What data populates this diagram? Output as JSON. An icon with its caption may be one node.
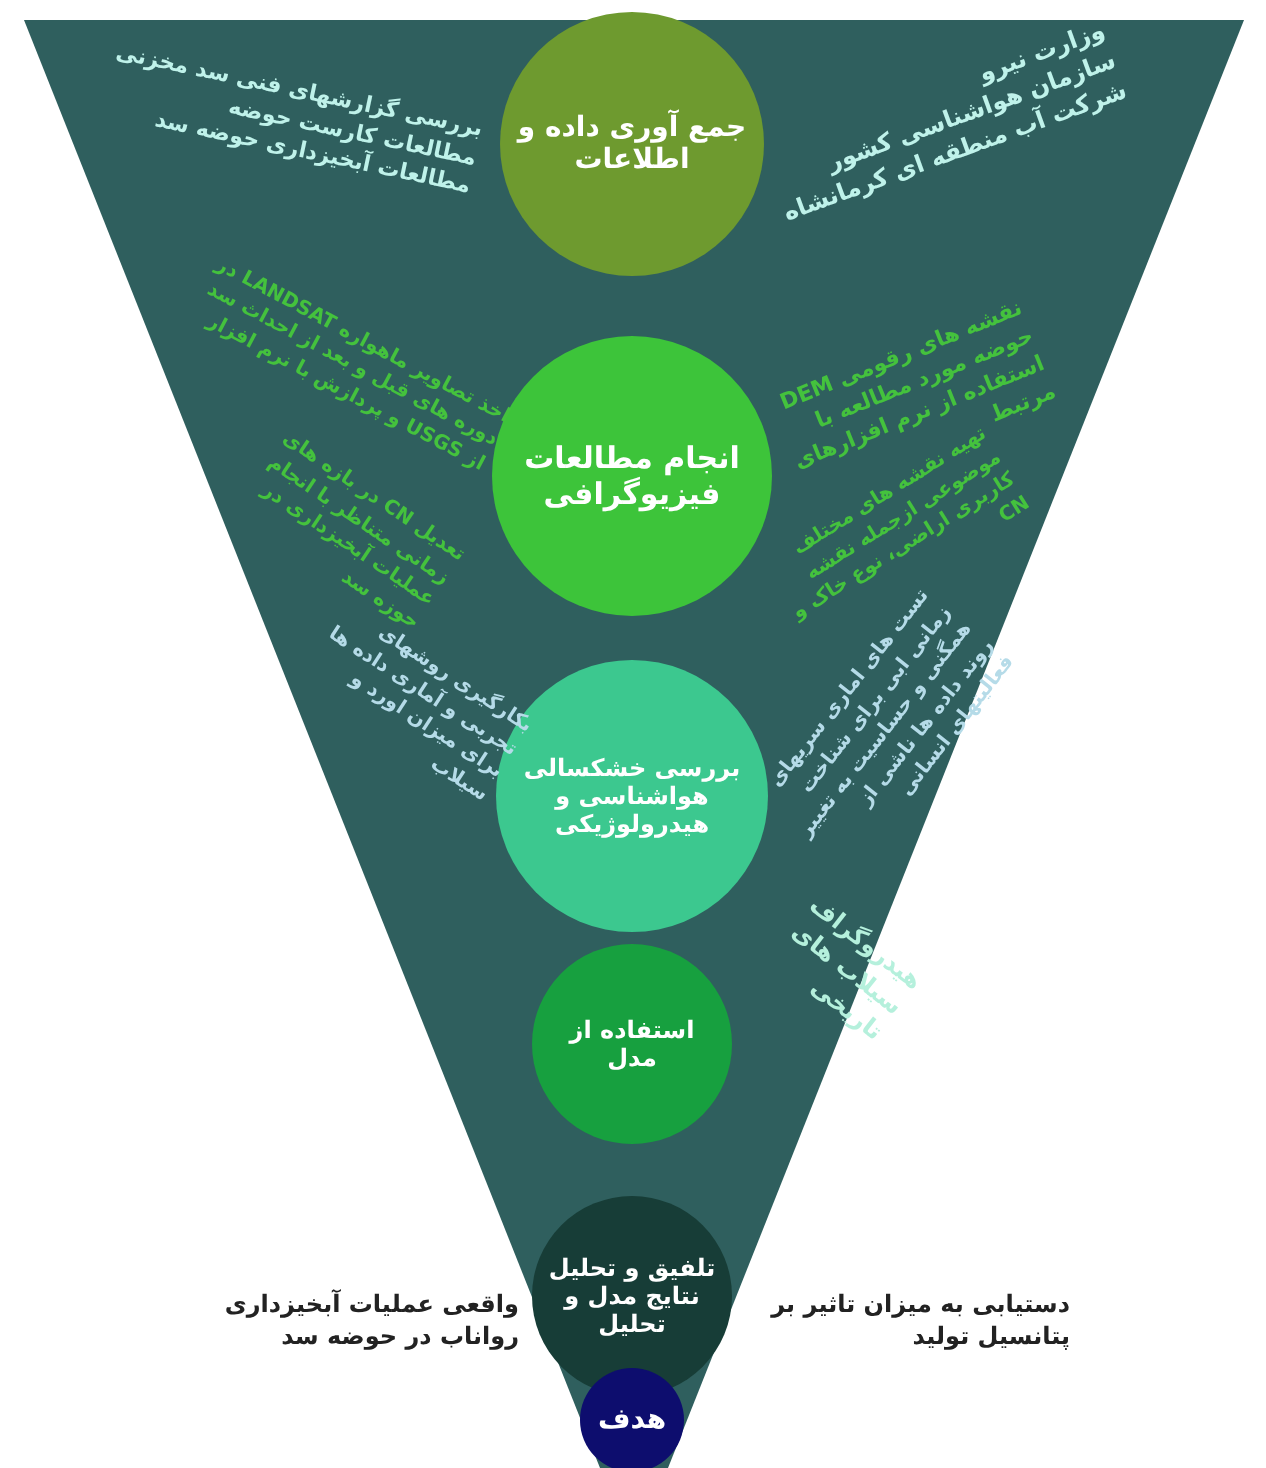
{
  "diagram": {
    "nodes": [
      {
        "text": [
          "جمع آوری داده و اطلاعات"
        ],
        "beside": [
          "بررسی گزارشهای فنی سد مخزنی",
          "مطالعات کارست حوضه",
          "مطالعات آبخیزداری حوضه سد",
          "وزارت نیرو",
          "سازمان هواشناسی کشور",
          "شرکت آب منطقه ای کرمانشاه"
        ]
      },
      {
        "text": [
          "انجام مطالعات فیزیوگرافی"
        ],
        "beside": [
          "اخذ تصاویر ماهواره LANDSAT در دوره های قبل و بعد از احداث سد از USGS و پردازش با نرم افزار",
          "تعدیل CN در بازه های زمانی متناظر با انجام عملیات آبخیزداری در حوزه سد",
          "نقشه های رقومی DEM حوضه مورد مطالعه با استفاده از نرم افزارهای مرتبط",
          "تهیه نقشه های مختلف موضوعی ازجمله نقشه کاربری اراضی، نوع خاک و CN"
        ]
      },
      {
        "text": [
          "بررسی خشکسالی هواشناسی و هیدرولوژیکی"
        ],
        "beside": [
          "بکارگیری روشهای تجربی و آماری داده ها برای میزان اورد و سیلاب",
          "تست های اماری سریهای زمانی ابی برای شناخت همگنی و حساسیت به تغییر روند داده ها ناشی از فعالیتهای انسانی",
          "هیدروگراف سیلاب های تاریخی"
        ]
      },
      {
        "text": [
          "استفاده از مدل"
        ]
      },
      {
        "text": [
          "تلفیق و تحلیل نتایج مدل و تحلیل"
        ],
        "beside": [
          "دستیابی به میزان تاثیر بر پتانسیل تولید",
          "واقعی عملیات آبخیزداری رواناب در حوضه سد"
        ]
      },
      {
        "text": [
          "هدف"
        ]
      }
    ]
  }
}
